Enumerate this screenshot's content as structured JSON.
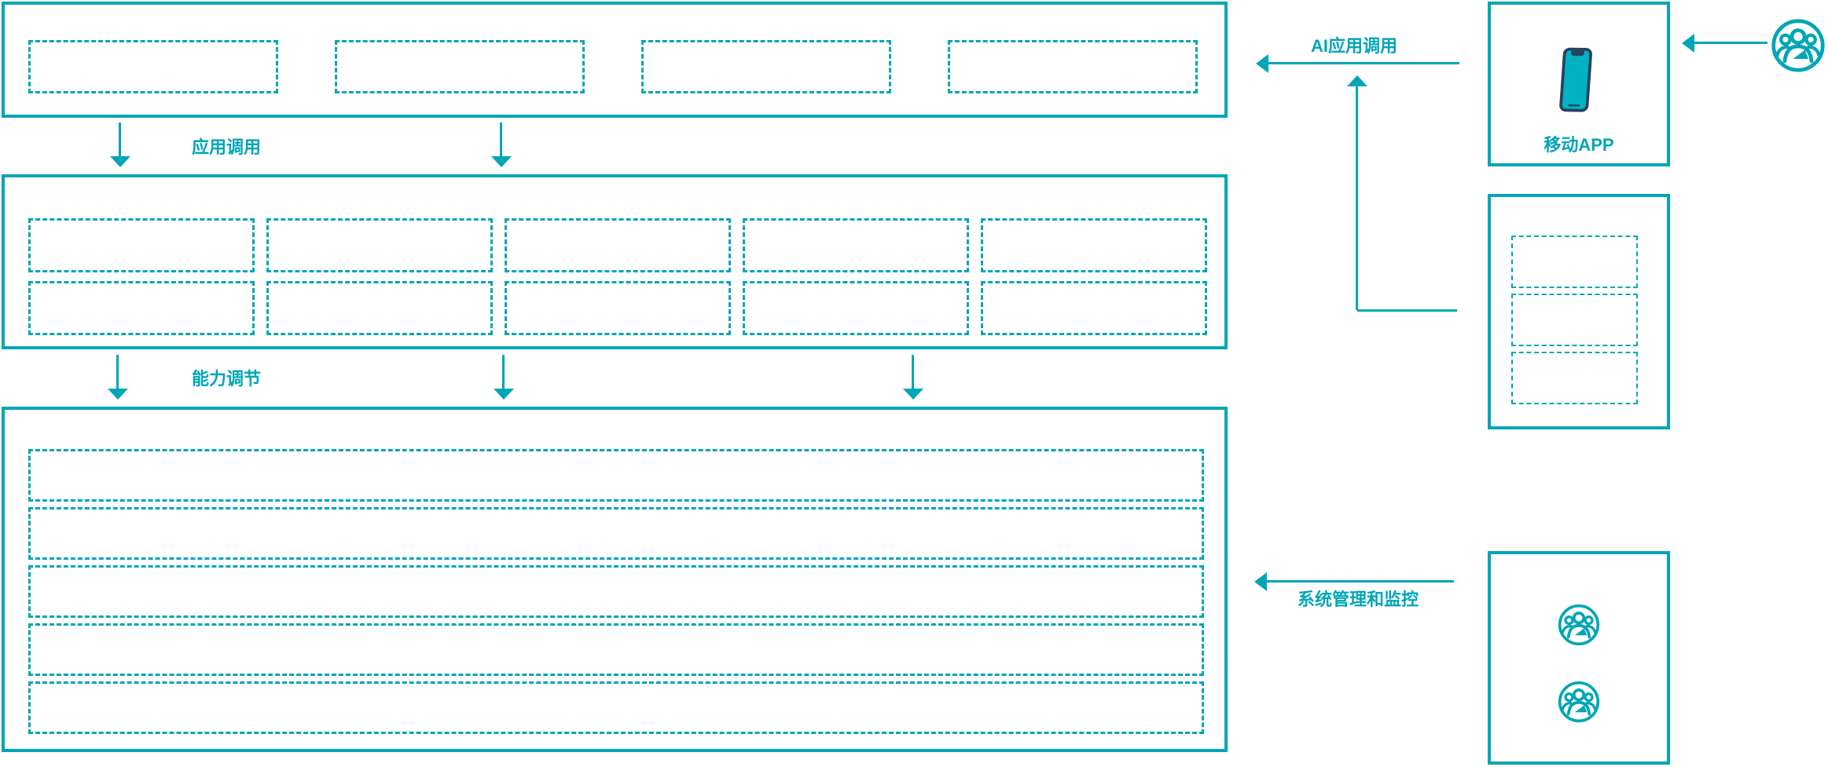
{
  "colors": {
    "accent": "#00a6b5",
    "phone_body": "#28415e",
    "phone_screen": "#00b3c3",
    "background": "#ffffff"
  },
  "arrow_labels": {
    "app_call": "应用调用",
    "capability": "能力调节",
    "ai_call": "AI应用调用",
    "monitor": "系统管理和监控"
  },
  "layers": {
    "top": {
      "slot_count": 4
    },
    "middle": {
      "row_count": 2,
      "col_count": 5
    },
    "bottom": {
      "row_count": 5
    }
  },
  "right_panel": {
    "mobile_card": {
      "label": "移动APP",
      "icon": "smartphone-icon"
    },
    "service_card": {
      "slot_count": 3
    },
    "admin_card": {
      "icon_count": 2,
      "icon": "users-icon"
    },
    "external_user": {
      "icon": "users-icon"
    }
  }
}
